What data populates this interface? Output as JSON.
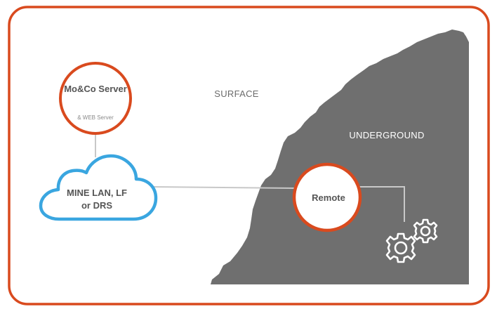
{
  "diagram": {
    "zones": {
      "surface": "SURFACE",
      "underground": "UNDERGROUND"
    },
    "nodes": {
      "server": {
        "title": "Mo&Co Server",
        "subtitle": "& WEB Server"
      },
      "network": {
        "label": "MINE LAN, LF or DRS"
      },
      "remote": {
        "label": "Remote"
      }
    },
    "icons": {
      "equipment": "gears-icon"
    },
    "colors": {
      "frame_border": "#d94a1e",
      "server_ring": "#d94a1e",
      "remote_ring": "#d94a1e",
      "cloud_outline": "#3aa6e0",
      "underground_fill": "#6f6f6f",
      "connector": "#c8c8c8",
      "text": "#555555"
    }
  }
}
